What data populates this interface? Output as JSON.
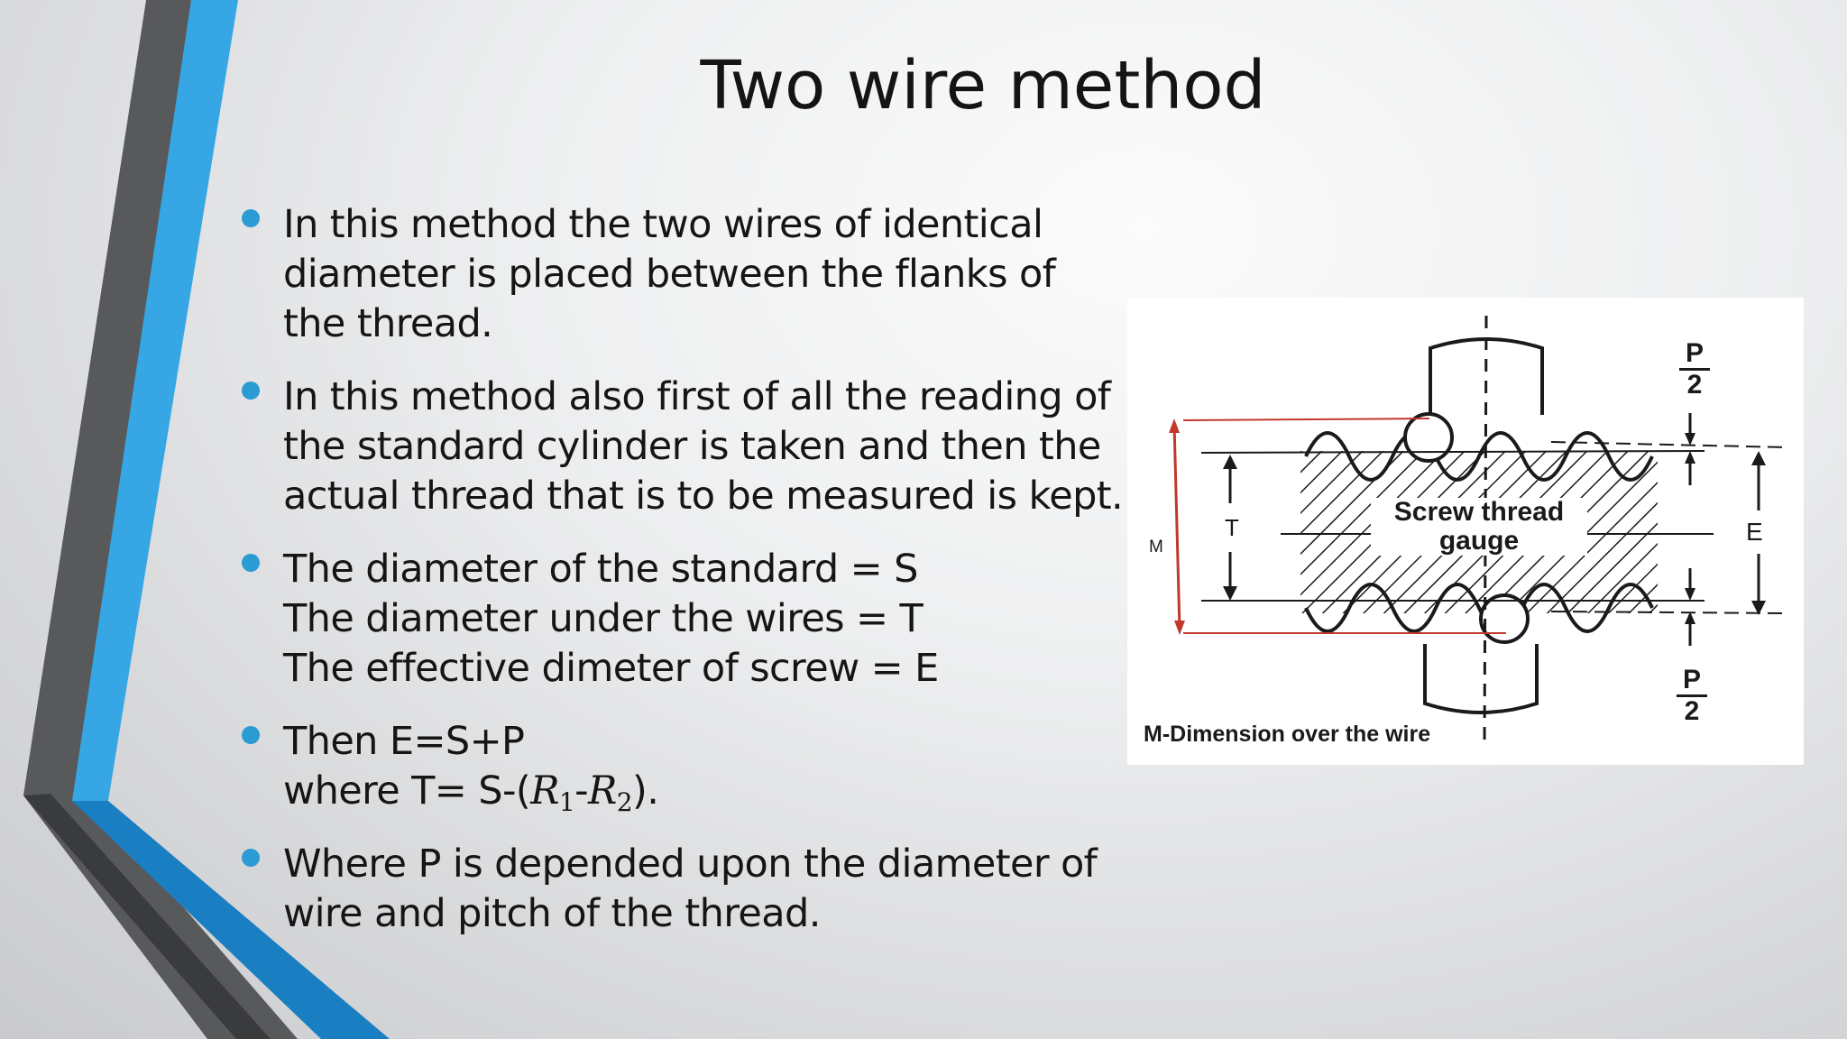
{
  "slide": {
    "title": "Two wire method",
    "accent_colors": {
      "light_blue": "#36a7e4",
      "dark_blue": "#1a7fc2",
      "dark_gray": "#3c3d3f",
      "bullet": "#2b9bd4"
    },
    "bullets": [
      {
        "lines": [
          "In this method the two wires of identical",
          "diameter is placed between the flanks of",
          "the thread."
        ]
      },
      {
        "lines": [
          "In this method also first of all the reading of",
          "the standard cylinder is taken and then the",
          "actual thread that is to be measured is kept."
        ]
      },
      {
        "lines": [
          "The diameter of the standard = S",
          "The diameter under the wires = T",
          "The effective dimeter of screw = E"
        ]
      },
      {
        "lines": [
          "Then E=S+P"
        ],
        "formula": {
          "prefix": "where T= S-(",
          "r1": "R",
          "r1_sub": "1",
          "dash": "-",
          "r2": "R",
          "r2_sub": "2",
          "suffix": ")."
        }
      },
      {
        "lines": [
          "Where P is depended upon the diameter of",
          "wire and pitch of the thread."
        ]
      }
    ]
  },
  "figure": {
    "caption": "M-Dimension over the wire",
    "label_main_line1": "Screw thread",
    "label_main_line2": "gauge",
    "label_m": "M",
    "label_t": "T",
    "label_e": "E",
    "frac_top_num": "P",
    "frac_top_den": "2",
    "frac_bottom_num": "P",
    "frac_bottom_den": "2"
  }
}
